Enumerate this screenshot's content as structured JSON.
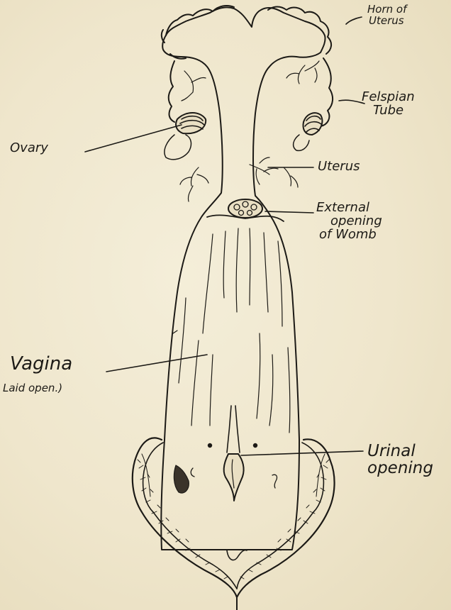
{
  "labels": {
    "horn_of_uterus": [
      "Horn of",
      "Uterus"
    ],
    "felspian_tube": [
      "Felspian",
      "Tube"
    ],
    "ovary": "Ovary",
    "uterus": "Uterus",
    "external_opening_of_womb": [
      "External",
      "opening",
      "of Womb"
    ],
    "vagina": "Vagina",
    "vagina_note": "Laid open.)",
    "urinal_opening": [
      "Urinal",
      "opening"
    ]
  },
  "colors": {
    "ink": "#1c1a16",
    "paper": "#efe7cf"
  }
}
